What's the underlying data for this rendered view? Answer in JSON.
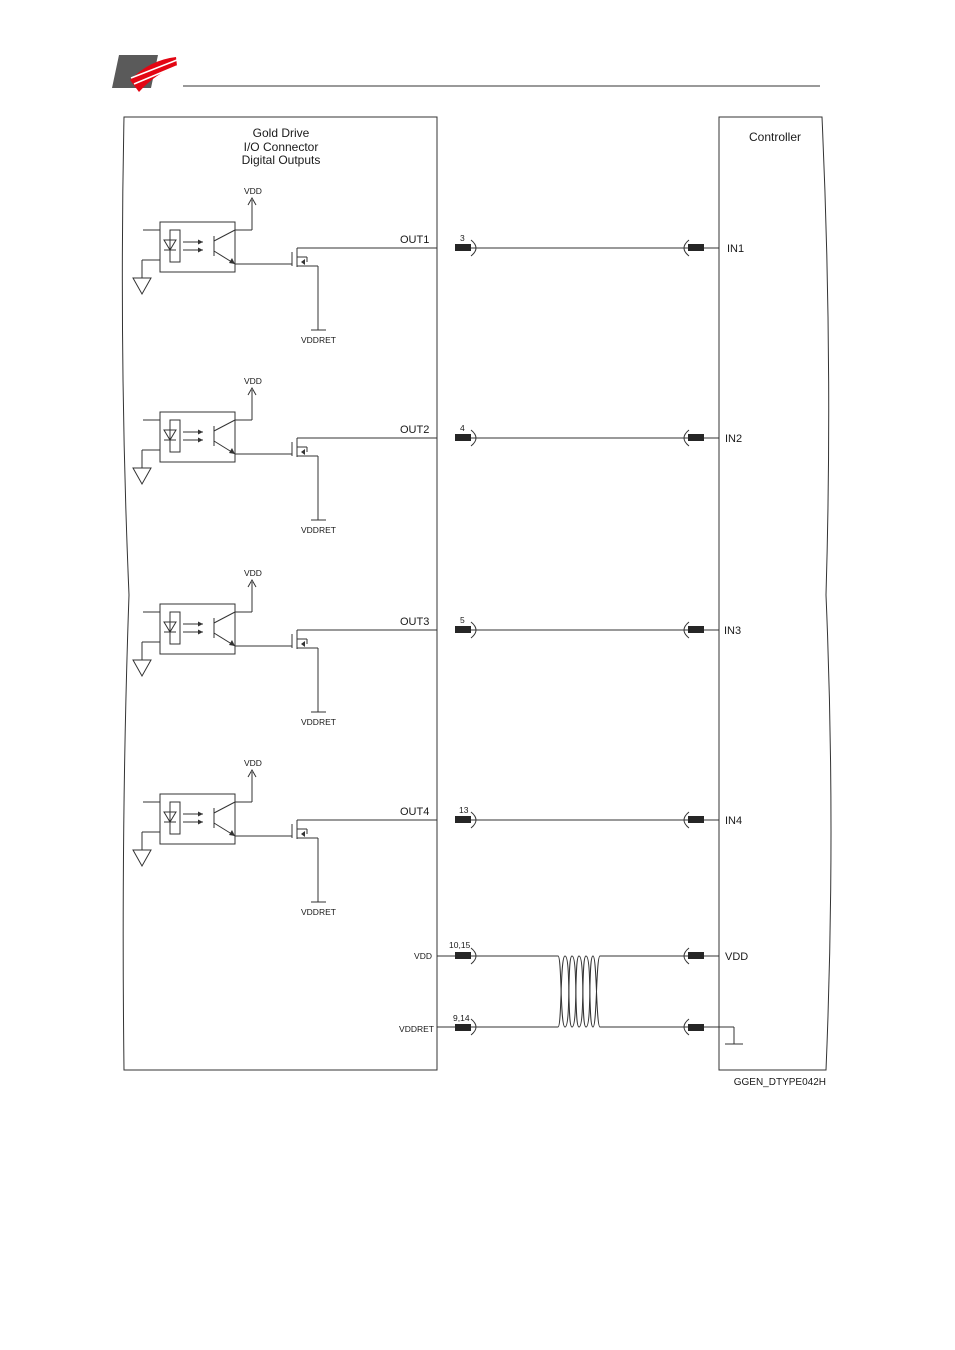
{
  "colors": {
    "line": "#333333",
    "pin": "#262626",
    "logo_gray": "#5a5a5a",
    "logo_red": "#e30613"
  },
  "header": {
    "logo": "company-logo"
  },
  "drive": {
    "title_lines": [
      "Gold Drive",
      "I/O Connector",
      "Digital Outputs"
    ],
    "vdd_label": "VDD",
    "vddret_label": "VDDRET",
    "channels": [
      {
        "out": "OUT1",
        "pin": "3",
        "in": "IN1"
      },
      {
        "out": "OUT2",
        "pin": "4",
        "in": "IN2"
      },
      {
        "out": "OUT3",
        "pin": "5",
        "in": "IN3"
      },
      {
        "out": "OUT4",
        "pin": "13",
        "in": "IN4"
      }
    ],
    "supply": [
      {
        "label": "VDD",
        "pin": "10,15",
        "controller": "VDD"
      },
      {
        "label": "VDDRET",
        "pin": "9,14",
        "controller": ""
      }
    ]
  },
  "controller": {
    "title": "Controller"
  },
  "figure_id": "GGEN_DTYPE042H"
}
